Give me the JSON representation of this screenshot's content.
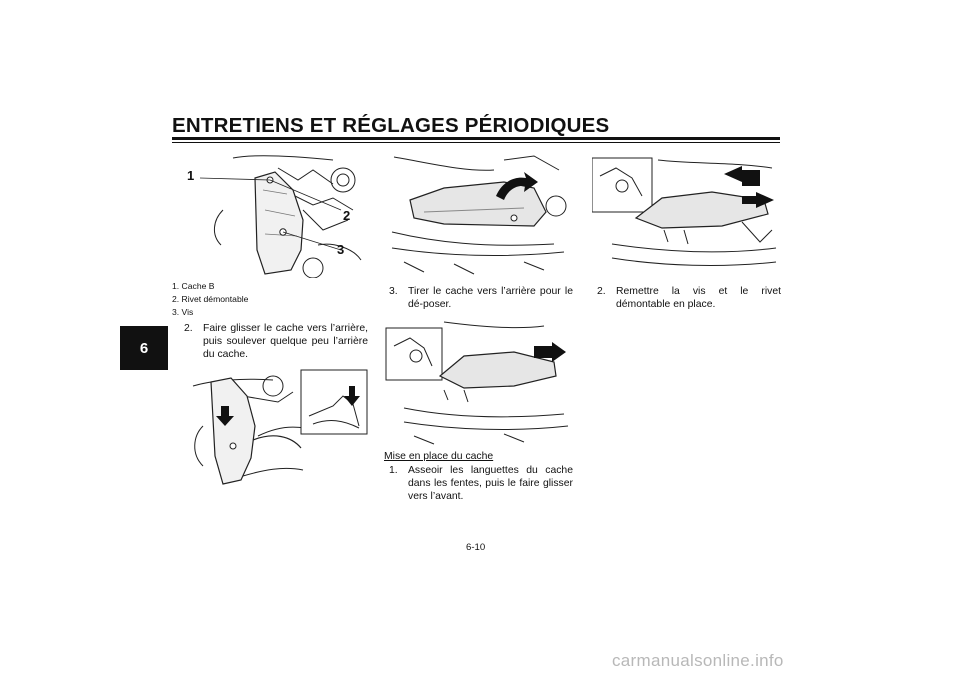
{
  "page": {
    "title": "ENTRETIENS ET RÉGLAGES PÉRIODIQUES",
    "chapter_tab": "6",
    "page_number": "6-10",
    "watermark": "carmanualsonline.info"
  },
  "figure1": {
    "callouts": [
      "1",
      "2",
      "3"
    ],
    "legend": [
      "1. Cache B",
      "2. Rivet démontable",
      "3. Vis"
    ]
  },
  "steps_removal": [
    {
      "num": "2.",
      "text": "Faire glisser le cache vers l’arrière, puis soulever quelque peu l’arrière du cache."
    },
    {
      "num": "3.",
      "text": "Tirer le cache vers l’arrière pour le dé-poser."
    }
  ],
  "install": {
    "heading": "Mise en place du cache",
    "steps": [
      {
        "num": "1.",
        "text": "Asseoir les languettes du cache dans les fentes, puis le faire glisser vers l’avant."
      },
      {
        "num": "2.",
        "text": "Remettre la vis et le rivet démontable en place."
      }
    ]
  }
}
